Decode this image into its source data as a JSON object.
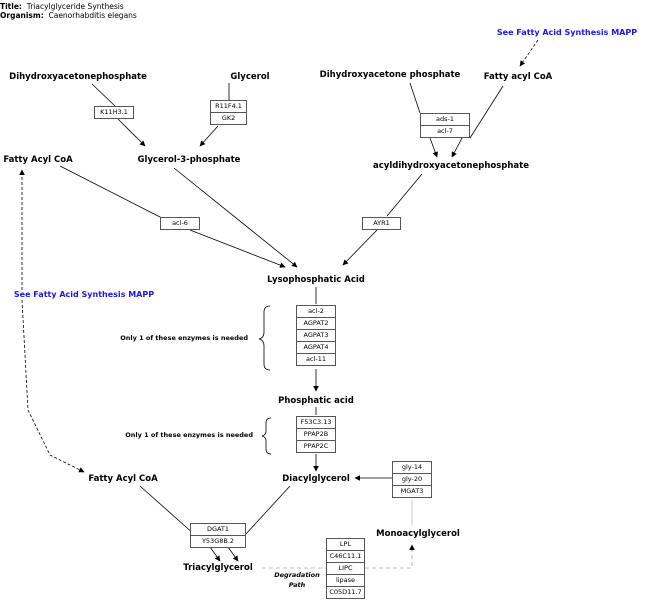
{
  "header": {
    "title_label": "Title:",
    "title_value": "Triacylglyceride Synthesis",
    "organism_label": "Organism:",
    "organism_value": "Caenorhabditis elegans"
  },
  "links": {
    "fatty_acid_mapp_top": "See Fatty Acid Synthesis MAPP",
    "fatty_acid_mapp_left": "See Fatty Acid Synthesis MAPP",
    "color": "#1a1adb"
  },
  "metabolites": {
    "dhap_left": "Dihydroxyacetonephosphate",
    "glycerol": "Glycerol",
    "dhap_right": "Dihydroxyacetone phosphate",
    "fatty_acyl_coa_top": "Fatty acyl CoA",
    "fatty_acyl_coa_left": "Fatty Acyl CoA",
    "glycerol_3_phosphate": "Glycerol-3-phosphate",
    "acyl_dhap": "acyldihydroxyacetonephosphate",
    "lysophosphatic_acid": "Lysophosphatic Acid",
    "phosphatic_acid": "Phosphatic acid",
    "diacylglycerol": "Diacylglycerol",
    "fatty_acyl_coa_bottom": "Fatty Acyl CoA",
    "monoacylglycerol": "Monoacylglycerol",
    "triacylglycerol": "Triacylglycerol"
  },
  "notes": {
    "agpat_note": "Only 1 of these enzymes is needed",
    "pap_note": "Only 1 of these enzymes is needed",
    "degradation_line1": "Degradation",
    "degradation_line2": "Path"
  },
  "genes": {
    "k11h3_1": "K11H3.1",
    "r11f4_1": "R11F4.1",
    "gk2": "GK2",
    "ads_1": "ads-1",
    "acl_7": "acl-7",
    "acl_6": "acl-6",
    "ayr1": "AYR1",
    "agpat_group": [
      "acl-2",
      "AGPAT2",
      "AGPAT3",
      "AGPAT4",
      "acl-11"
    ],
    "pap_group": [
      "F53C3.13",
      "PPAP2B",
      "PPAP2C"
    ],
    "mgat_group": [
      "gly-14",
      "gly-20",
      "MGAT3"
    ],
    "dgat_group": [
      "DGAT1",
      "Y53G8B.2"
    ],
    "lipase_group": [
      "LPL",
      "C46C11.1",
      "LIPC",
      "lipase",
      "C05D11.7"
    ]
  }
}
